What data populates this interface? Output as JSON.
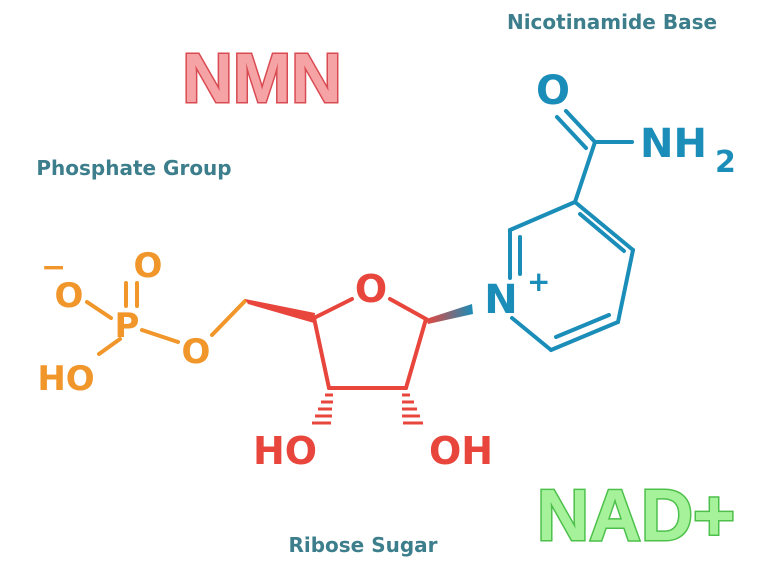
{
  "colors": {
    "phosphate": "#F0962A",
    "ribose": "#E8453C",
    "nicotinamide": "#1A8DB8",
    "caption": "#3D7E8C",
    "nmn_fill": "#F6A3A6",
    "nmn_stroke": "#D94B52",
    "nad_fill": "#A6F29A",
    "nad_stroke": "#4CC04A"
  },
  "headings": {
    "nmn": "NMN",
    "nad": "NAD+"
  },
  "captions": {
    "nicotinamide": "Nicotinamide Base",
    "phosphate": "Phosphate Group",
    "ribose": "Ribose Sugar"
  },
  "atoms": {
    "phosphate": {
      "charge": "−",
      "oxygen_anion": "O",
      "phosphorus": "P",
      "oxygen_double": "O",
      "hydroxyl": "HO",
      "ester_oxygen": "O"
    },
    "ribose": {
      "ring_oxygen": "O",
      "hydroxyl_left": "HO",
      "hydroxyl_right": "OH"
    },
    "nicotinamide": {
      "nitrogen": "N",
      "charge": "+",
      "carbonyl_oxygen": "O",
      "amide": "NH",
      "amide_subscript": "2"
    }
  }
}
